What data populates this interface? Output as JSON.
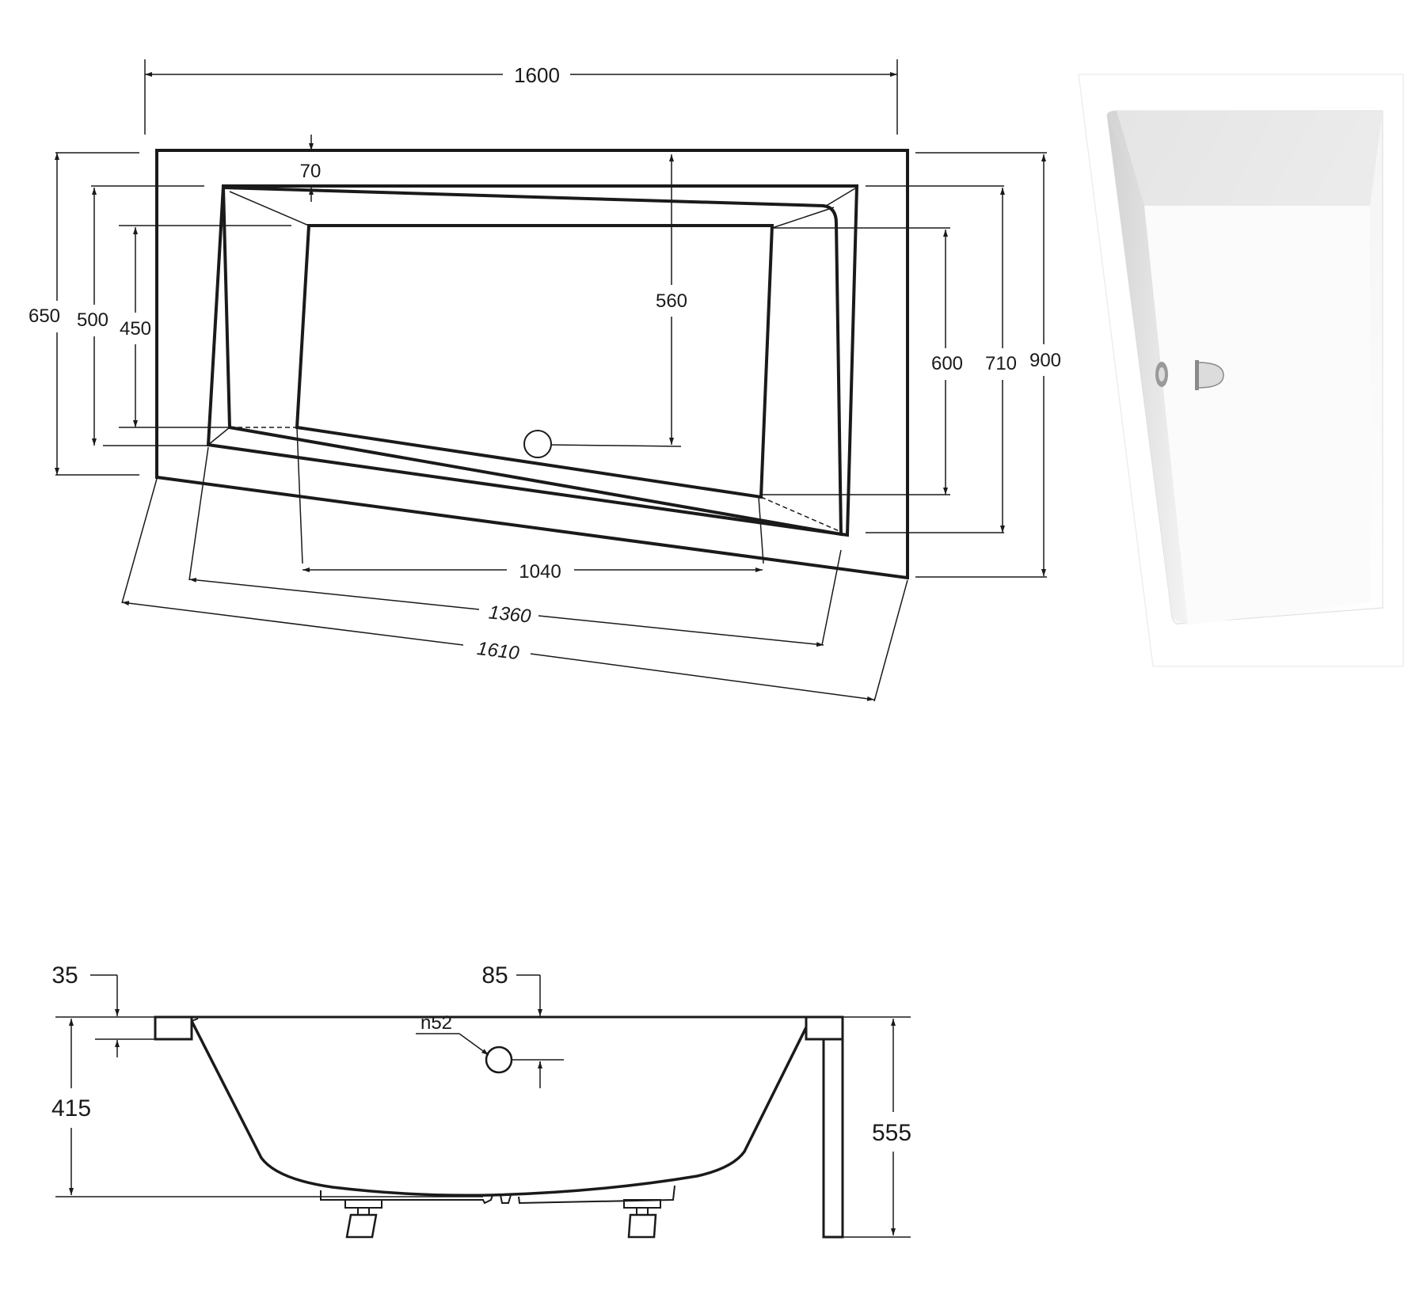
{
  "top_view": {
    "overall_width": "1600",
    "rim_width": "70",
    "inner_depth_center": "560",
    "left_overall": "650",
    "left_rim": "500",
    "left_inner": "450",
    "right_inner": "600",
    "right_rim": "710",
    "right_overall": "900",
    "bottom_inner_length": "1040",
    "bottom_rim_length": "1360",
    "bottom_overall_length": "1610"
  },
  "side_view": {
    "rim_thickness": "35",
    "rim_step": "85",
    "overflow_diameter": "n52",
    "inner_depth": "415",
    "total_height": "555"
  },
  "colors": {
    "line": "#1a1a1a",
    "background": "#ffffff",
    "photo_shade": "#e6e6e6"
  }
}
